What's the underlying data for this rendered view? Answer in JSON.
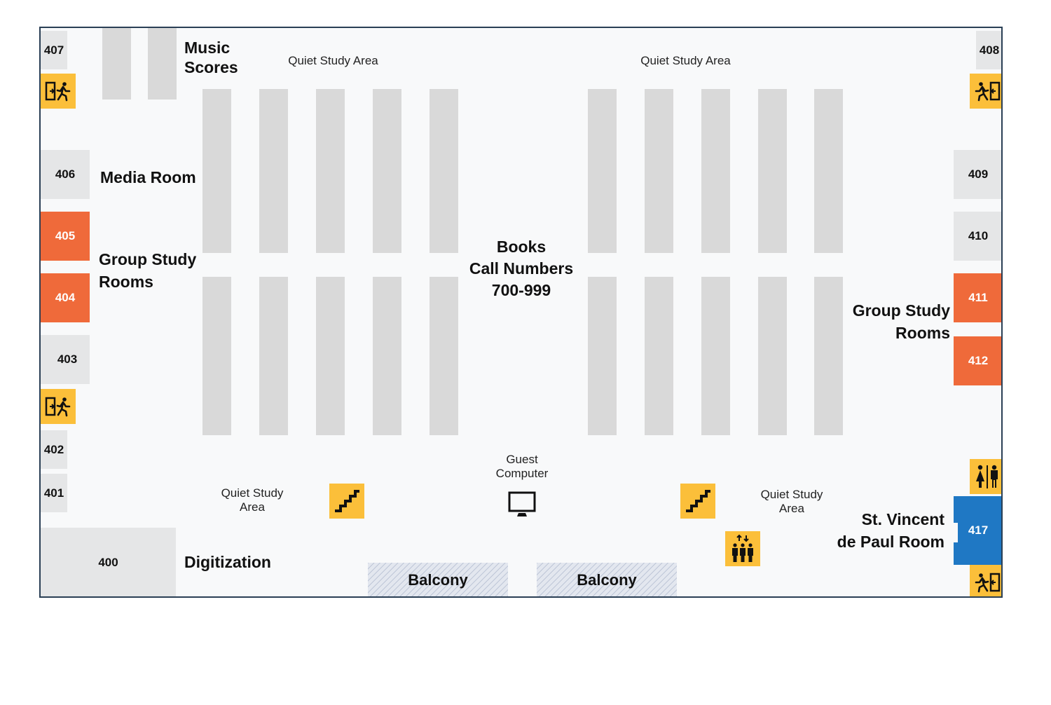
{
  "rooms": {
    "r407": "407",
    "r408": "408",
    "r406": "406",
    "r409": "409",
    "r405": "405",
    "r410": "410",
    "r404": "404",
    "r411": "411",
    "r403": "403",
    "r412": "412",
    "r402": "402",
    "r401": "401",
    "r400": "400",
    "r417": "417"
  },
  "labels": {
    "music_scores_1": "Music",
    "music_scores_2": "Scores",
    "media_room": "Media Room",
    "group_study_left_1": "Group Study",
    "group_study_left_2": "Rooms",
    "group_study_right_1": "Group Study",
    "group_study_right_2": "Rooms",
    "quiet_top_left": "Quiet Study Area",
    "quiet_top_right": "Quiet Study Area",
    "quiet_bottom_left_1": "Quiet Study",
    "quiet_bottom_left_2": "Area",
    "quiet_bottom_right_1": "Quiet Study",
    "quiet_bottom_right_2": "Area",
    "books_1": "Books",
    "books_2": "Call Numbers",
    "books_3": "700-999",
    "guest_1": "Guest",
    "guest_2": "Computer",
    "digitization": "Digitization",
    "st_vincent_1": "St. Vincent",
    "st_vincent_2": "de Paul Room",
    "balcony_left": "Balcony",
    "balcony_right": "Balcony"
  },
  "icons": {
    "exit": "exit-icon",
    "stairs": "stairs-icon",
    "elevator": "elevator-icon",
    "restroom": "restroom-icon",
    "computer": "computer-icon"
  },
  "colors": {
    "group_study": "#ef6a3a",
    "special_room": "#1f78c4",
    "amenity": "#fbbf3a",
    "room": "#e5e6e7",
    "shelf": "#d9d9d9",
    "border": "#2a3f55"
  }
}
